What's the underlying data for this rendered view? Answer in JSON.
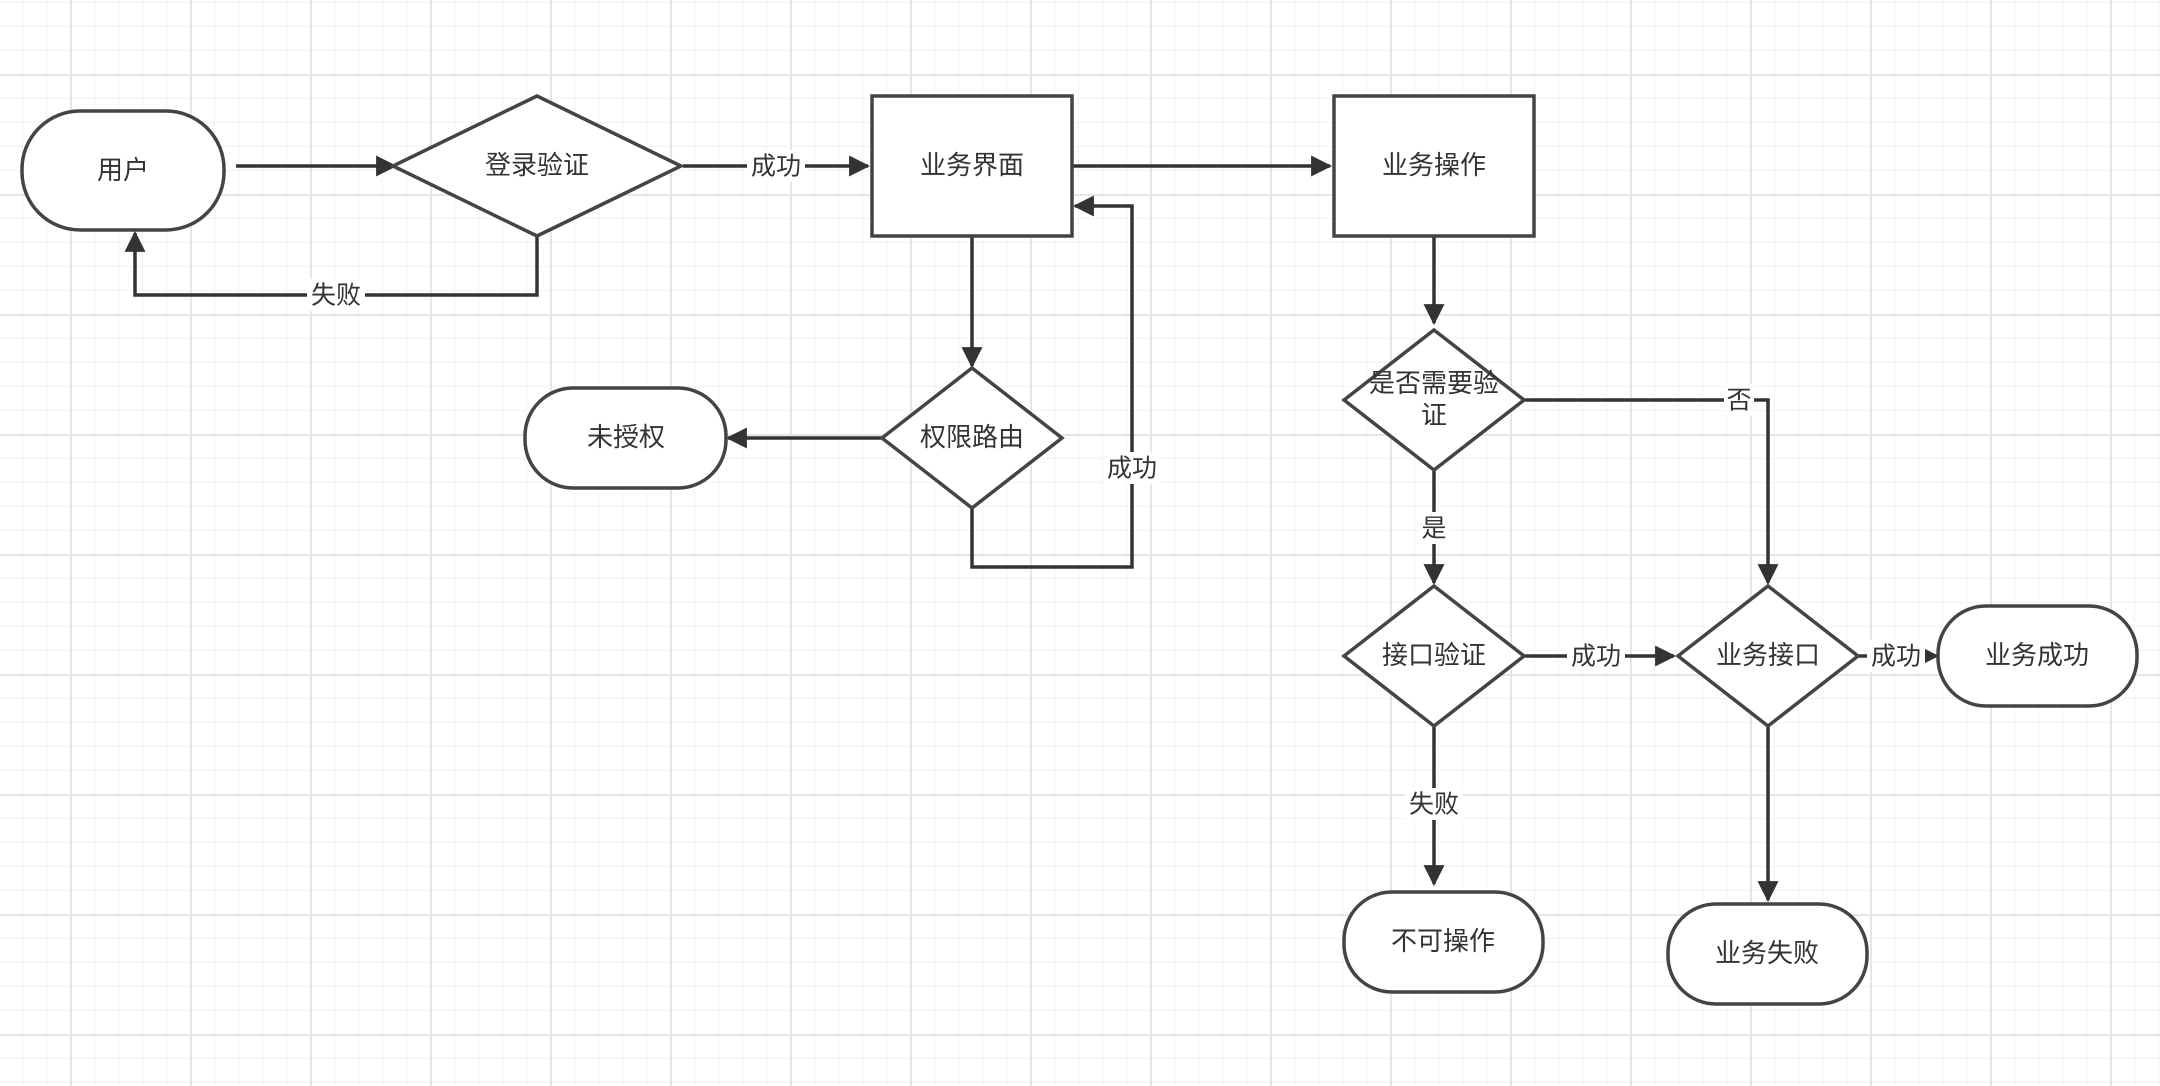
{
  "nodes": {
    "user": "用户",
    "login_check": "登录验证",
    "business_ui": "业务界面",
    "business_op": "业务操作",
    "permission_route": "权限路由",
    "unauthorized": "未授权",
    "need_verify_line1": "是否需要验",
    "need_verify_line2": "证",
    "api_verify": "接口验证",
    "business_api": "业务接口",
    "business_success": "业务成功",
    "not_operable": "不可操作",
    "business_fail": "业务失败"
  },
  "edges": {
    "login_success": "成功",
    "login_fail": "失败",
    "route_success": "成功",
    "verify_no": "否",
    "verify_yes": "是",
    "api_verify_success": "成功",
    "api_verify_fail": "失败",
    "business_api_success": "成功"
  },
  "colors": {
    "stroke": "#444444",
    "edge": "#333333",
    "grid_major": "#e6e6e6",
    "grid_minor": "#f2f2f2",
    "background": "#ffffff"
  }
}
